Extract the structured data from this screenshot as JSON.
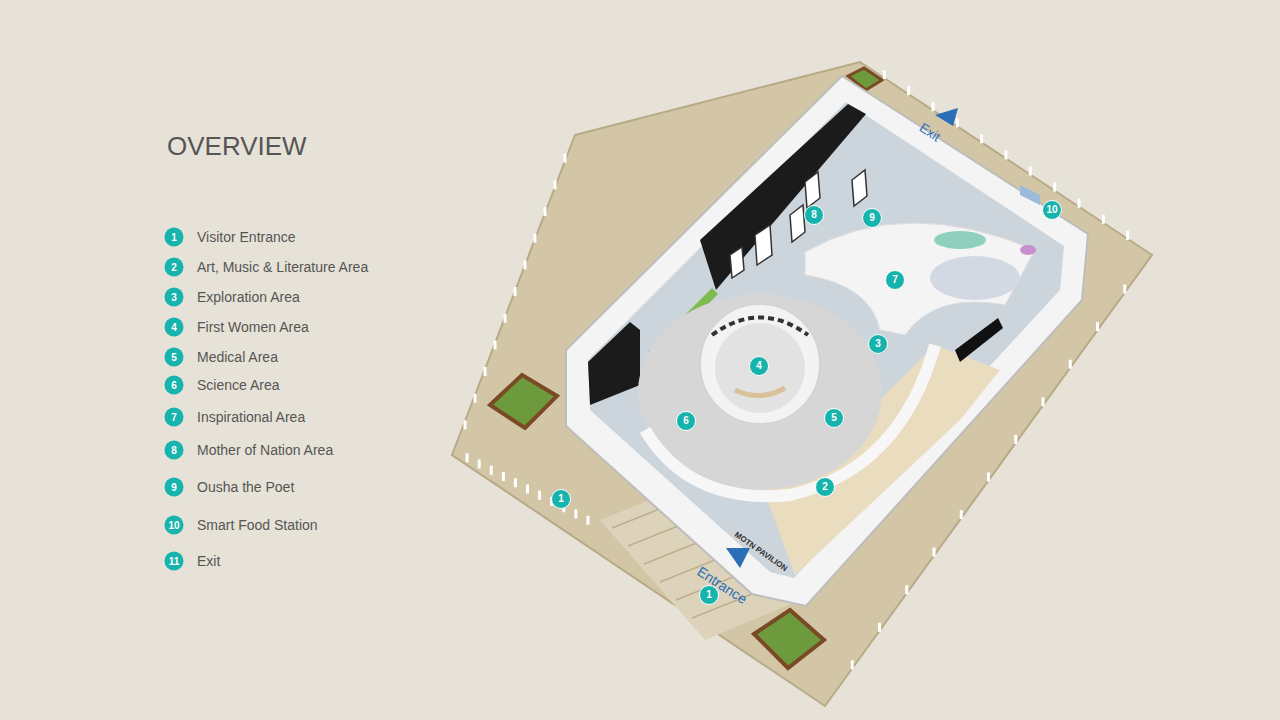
{
  "diagram": {
    "title": "OVERVIEW",
    "nodes": [
      {
        "text": [
          "10"
        ]
      },
      {
        "text": [
          "8"
        ]
      },
      {
        "text": [
          "9"
        ]
      },
      {
        "text": [
          "7"
        ]
      },
      {
        "text": [
          "3"
        ]
      },
      {
        "text": [
          "4"
        ]
      },
      {
        "text": [
          "5"
        ]
      },
      {
        "text": [
          "6"
        ]
      },
      {
        "text": [
          "2"
        ]
      },
      {
        "text": [
          "1"
        ]
      },
      {
        "text": [
          "1"
        ]
      }
    ],
    "labels": [
      "Exit",
      "Entrance",
      "MOTN PAVILION",
      "1",
      "2",
      "3",
      "4",
      "5",
      "6",
      "7",
      "8",
      "9",
      "10",
      "11"
    ],
    "legend": [
      {
        "text": "Visitor Entrance",
        "color": "#17b3ad"
      },
      {
        "text": "Art, Music & Literature Area",
        "color": "#17b3ad"
      },
      {
        "text": "Exploration Area",
        "color": "#17b3ad"
      },
      {
        "text": "First Women Area",
        "color": "#17b3ad"
      },
      {
        "text": "Medical Area",
        "color": "#17b3ad"
      },
      {
        "text": "Science Area",
        "color": "#17b3ad"
      },
      {
        "text": "Inspirational Area",
        "color": "#17b3ad"
      },
      {
        "text": "Mother of Nation Area",
        "color": "#17b3ad"
      },
      {
        "text": "Ousha the Poet",
        "color": "#17b3ad"
      },
      {
        "text": "Smart Food Station",
        "color": "#17b3ad"
      },
      {
        "text": "Exit",
        "color": "#17b3ad"
      }
    ]
  }
}
